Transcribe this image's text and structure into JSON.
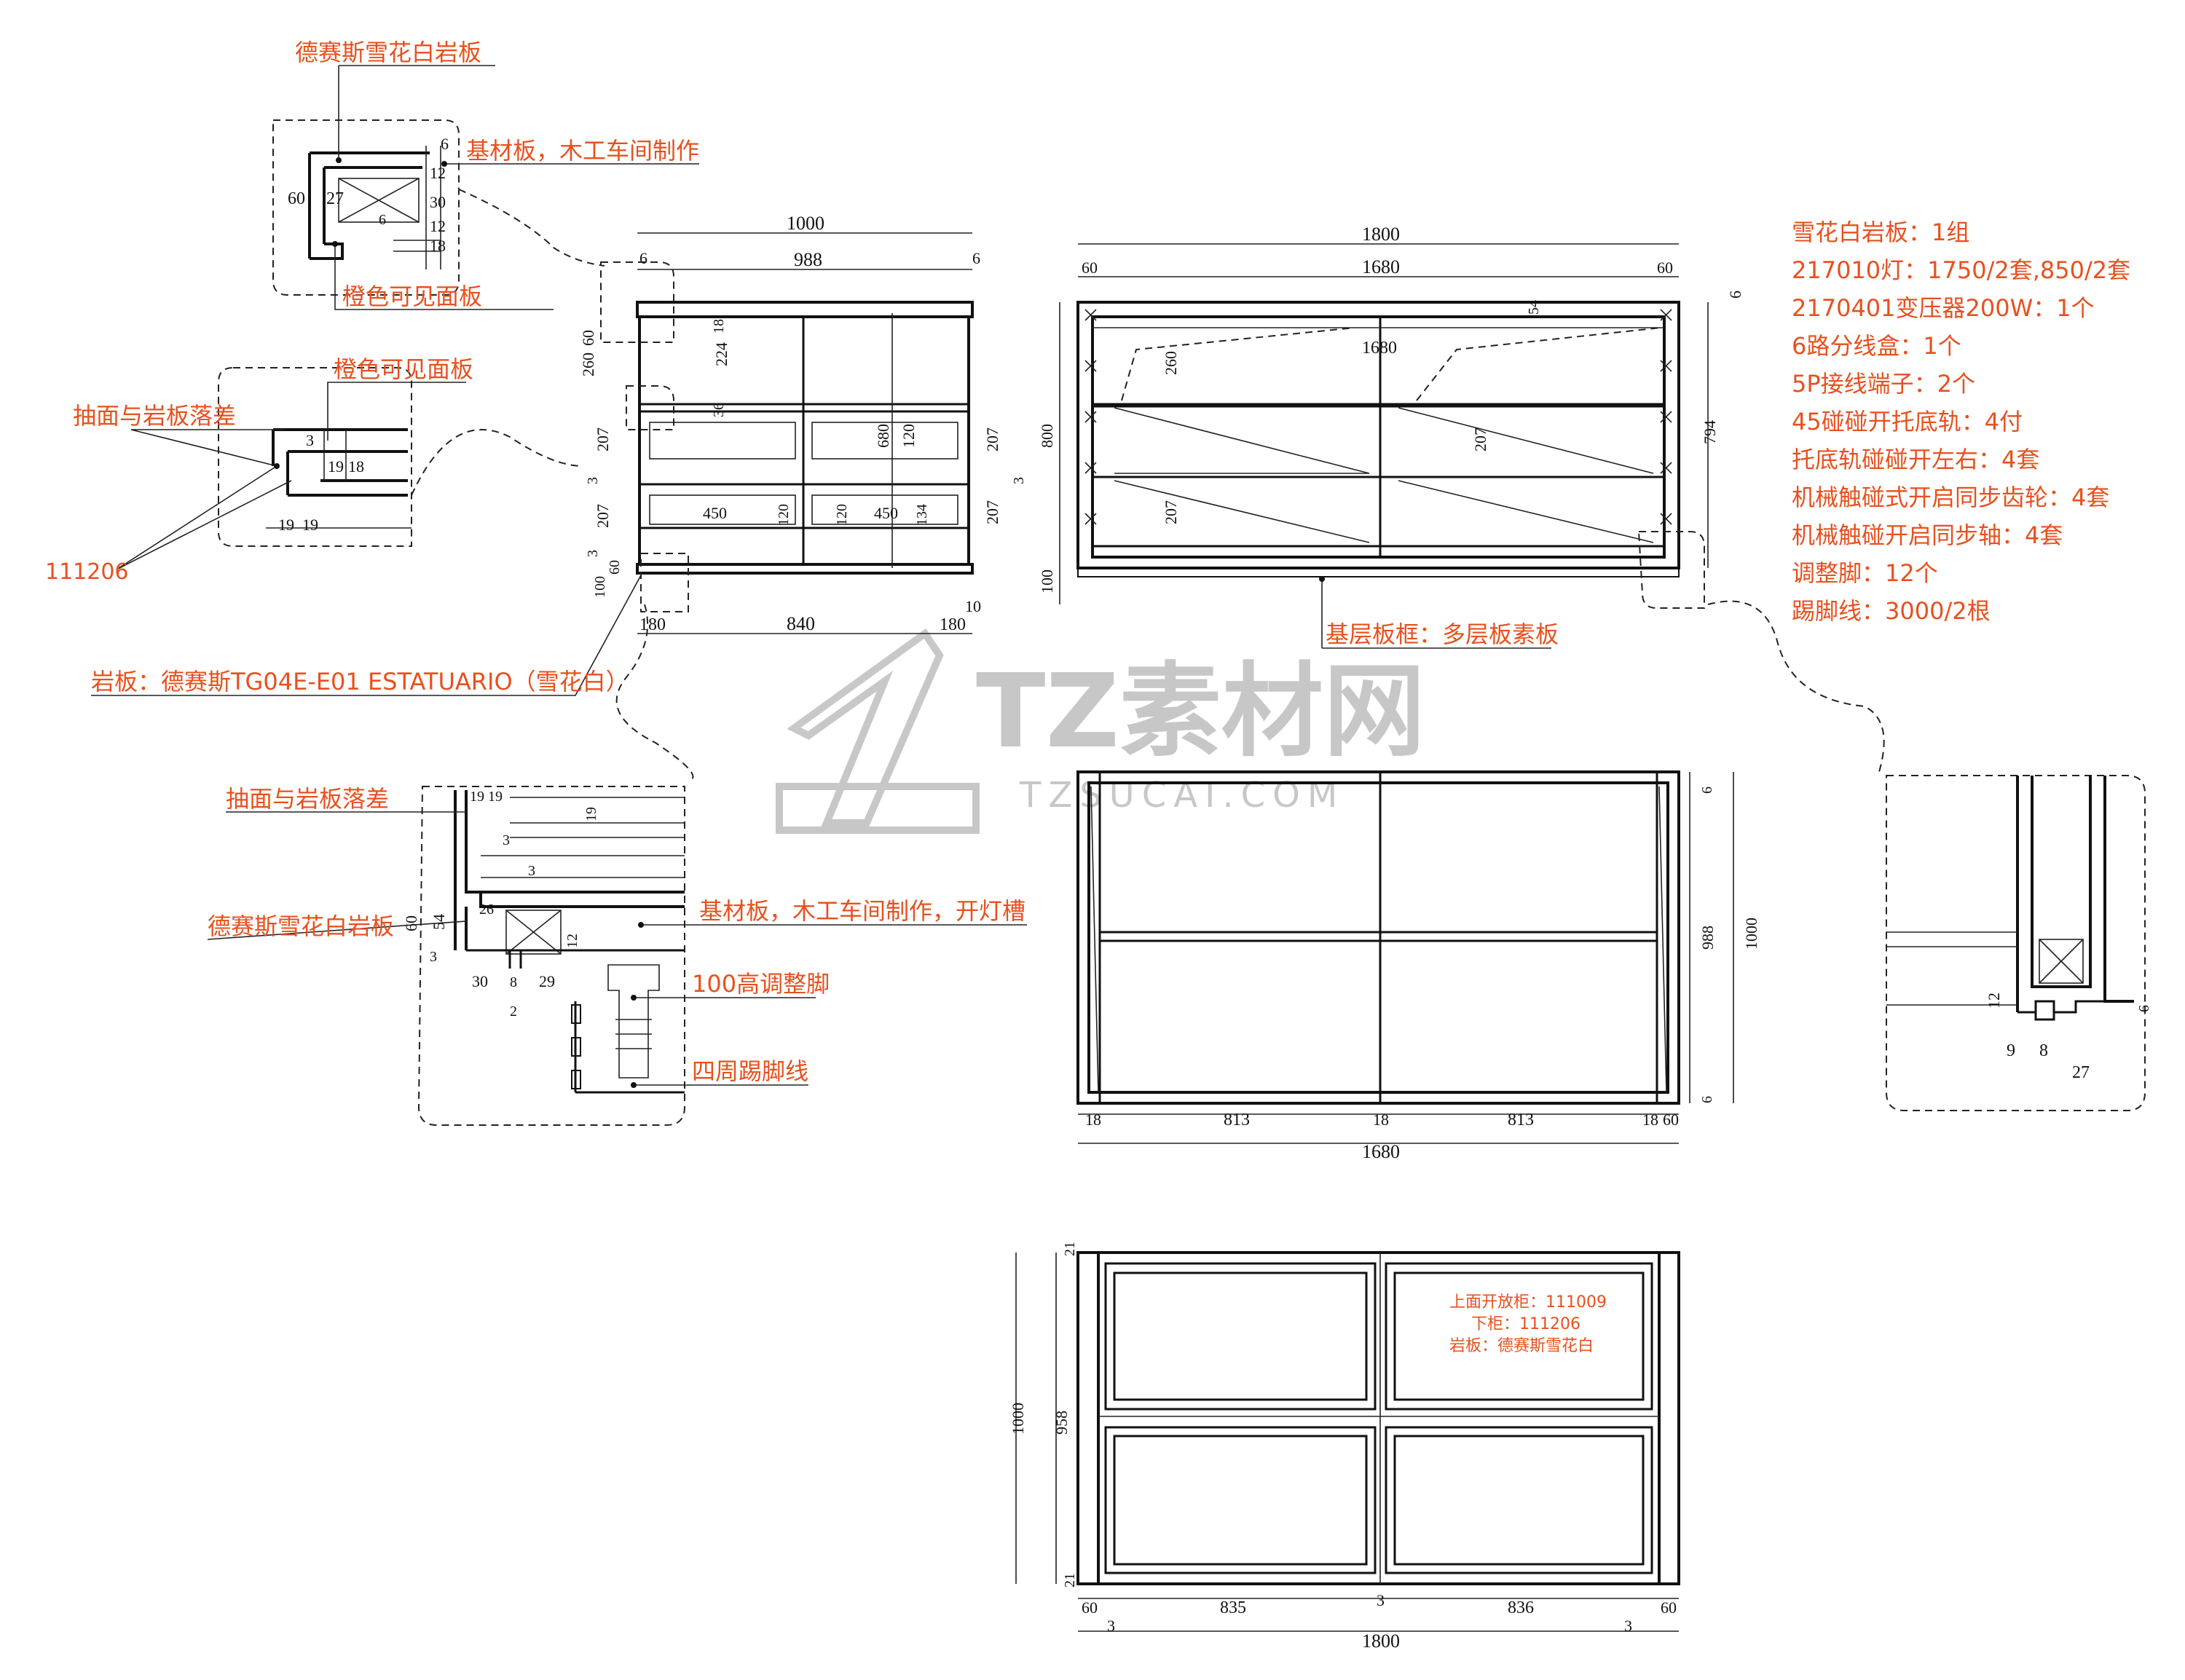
{
  "watermark": {
    "brand": "TZ素材网",
    "url": "TZSUCAI.COM"
  },
  "spec_list": [
    "雪花白岩板：1组",
    "217010灯：1750/2套,850/2套",
    "2170401变压器200W：1个",
    "6路分线盒：1个",
    "5P接线端子：2个",
    "45碰碰开托底轨：4付",
    "托底轨碰碰开左右：4套",
    "机械触碰式开启同步齿轮：4套",
    "机械触碰开启同步轴：4套",
    "调整脚：12个",
    "踢脚线：3000/2根"
  ],
  "callouts": {
    "detail_a_top": "德赛斯雪花白岩板",
    "detail_a_base": "基材板，木工车间制作",
    "detail_a_orange": "橙色可见面板",
    "detail_b_orange": "橙色可见面板",
    "detail_b_gap": "抽面与岩板落差",
    "detail_b_code": "111206",
    "stone_spec": "岩板：德赛斯TG04E-E01  ESTATUARIO（雪花白）",
    "detail_c_gap": "抽面与岩板落差",
    "detail_c_stone": "德赛斯雪花白岩板",
    "detail_c_base": "基材板，木工车间制作，开灯槽",
    "detail_c_feet": "100高调整脚",
    "detail_c_skirt": "四周踢脚线",
    "front_base": "基层板框：多层板素板"
  },
  "plan_note": [
    "上面开放柜：111009",
    "下柜：111206",
    "岩板：德赛斯雪花白"
  ],
  "dims": {
    "side_w": "1000",
    "side_inner": "988",
    "side_6a": "6",
    "side_6b": "6",
    "side_60": "60",
    "side_260": "260",
    "side_224": "224",
    "side_18": "18",
    "side_36": "36",
    "side_207a": "207",
    "side_3a": "3",
    "side_207b": "207",
    "side_3b": "3",
    "side_100": "100",
    "side_60b": "60",
    "side_680": "680",
    "side_120a": "120",
    "side_450a": "450",
    "side_120b": "120",
    "side_120c": "120",
    "side_450b": "450",
    "side_134": "134",
    "side_207r1": "207",
    "side_3r": "3",
    "side_207r2": "207",
    "side_180a": "180",
    "side_840": "840",
    "side_180b": "180",
    "side_10": "10",
    "front_w": "1800",
    "front_60a": "60",
    "front_1680": "1680",
    "front_60b": "60",
    "front_1680b": "1680",
    "front_54": "54",
    "front_260": "260",
    "front_207a": "207",
    "front_207b": "207",
    "front_800": "800",
    "front_100": "100",
    "front_794": "794",
    "front_6": "6",
    "top_18a": "18",
    "top_813a": "813",
    "top_18b": "18",
    "top_813b": "813",
    "top_18c": "18",
    "top_60": "60",
    "top_1680": "1680",
    "top_6a": "6",
    "top_988": "988",
    "top_1000": "1000",
    "top_6b": "6",
    "plan_21a": "21",
    "plan_1000": "1000",
    "plan_958": "958",
    "plan_21b": "21",
    "plan_60a": "60",
    "plan_835": "835",
    "plan_3mid": "3",
    "plan_836": "836",
    "plan_60b": "60",
    "plan_3l": "3",
    "plan_1800": "1800",
    "plan_3r": "3",
    "da_60": "60",
    "da_27": "27",
    "da_6": "6",
    "da_12": "12",
    "da_30": "30",
    "da_12b": "12",
    "da_18": "18",
    "da_6b": "6",
    "db_3": "3",
    "db_19": "19",
    "db_18": "18",
    "db_19b": "19",
    "db_19c": "19",
    "dc_19a": "19",
    "dc_19b": "19",
    "dc_19c": "19",
    "dc_3a": "3",
    "dc_3b": "3",
    "dc_60": "60",
    "dc_54": "54",
    "dc_26": "26",
    "dc_12": "12",
    "dc_3c": "3",
    "dc_30": "30",
    "dc_8": "8",
    "dc_29": "29",
    "dc_2": "2",
    "dd_12": "12",
    "dd_9": "9",
    "dd_8": "8",
    "dd_27": "27",
    "dd_6": "6"
  }
}
